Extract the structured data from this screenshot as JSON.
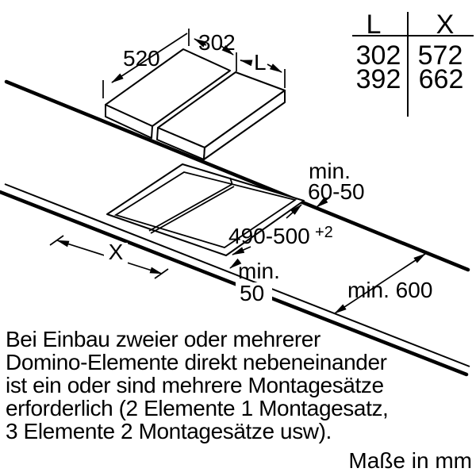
{
  "colors": {
    "ink": "#000000",
    "background": "#ffffff"
  },
  "table": {
    "header": {
      "col1": "L",
      "col2": "X"
    },
    "rows": [
      {
        "l": "302",
        "x": "572"
      },
      {
        "l": "392",
        "x": "662"
      }
    ]
  },
  "top_view": {
    "dim_depth": "520",
    "dim_width_element1": "302",
    "dim_width_element2": "L"
  },
  "cutout_view": {
    "rear_clearance_line1": "min.",
    "rear_clearance_line2": "60-50",
    "cutout_depth": "490-500",
    "cutout_depth_sup": "+2",
    "front_clearance_line1": "min.",
    "front_clearance_line2": "50",
    "worktop_depth": "min. 600",
    "cutout_width": "X"
  },
  "note": {
    "lines": [
      "Bei Einbau zweier oder mehrerer",
      "Domino-Elemente direkt nebeneinander",
      "ist ein oder sind mehrere Montagesätze",
      "erforderlich (2 Elemente 1 Montagesatz,",
      "3 Elemente 2 Montagesätze usw)."
    ]
  },
  "footer": {
    "units": "Maße in mm"
  }
}
